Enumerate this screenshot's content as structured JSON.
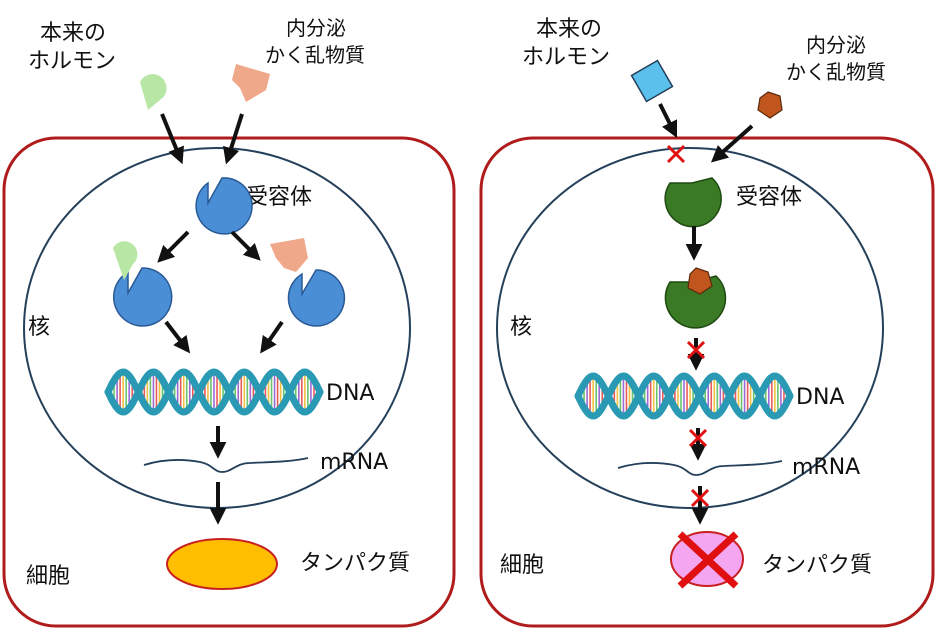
{
  "panels": [
    {
      "hormone_label": [
        "本来の",
        "ホルモン"
      ],
      "disruptor_label": [
        "内分泌",
        "かく乱物質"
      ],
      "receptor_label": "受容体",
      "nucleus_label": "核",
      "cell_label": "細胞",
      "dna_label": "DNA",
      "mrna_label": "mRNA",
      "protein_label": "タンパク質"
    },
    {
      "hormone_label": [
        "本来の",
        "ホルモン"
      ],
      "disruptor_label": [
        "内分泌",
        "かく乱物質"
      ],
      "receptor_label": "受容体",
      "nucleus_label": "核",
      "cell_label": "細胞",
      "dna_label": "DNA",
      "mrna_label": "mRNA",
      "protein_label": "タンパク質"
    }
  ],
  "colors": {
    "cell_border": "#b01c1c",
    "nucleus_border": "#24405a",
    "receptor_normal": "#4a8fd6",
    "receptor_bound": "#3a7a24",
    "hormone_normal": "#b8e6a4",
    "disruptor_normal": "#f0a88a",
    "hormone_blocked": "#5bc0ec",
    "disruptor_blocked": "#c0561e",
    "protein_normal": "#ffbf00",
    "protein_blocked": "#f4a6f0",
    "block_mark": "#e01010",
    "dna_strand": "#2a9ab4"
  }
}
